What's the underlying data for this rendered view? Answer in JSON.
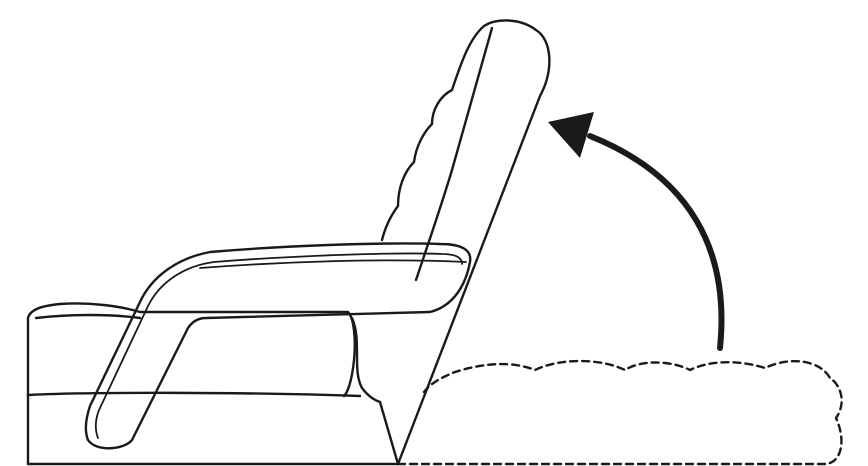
{
  "illustration": {
    "line_color": "#1a1a1a",
    "background_color": "#ffffff",
    "subject": "recliner-chair-side-view",
    "backrest_states": [
      "upright-solid",
      "flat-dashed"
    ],
    "arrow_icon": "curved-arrow-icon"
  }
}
